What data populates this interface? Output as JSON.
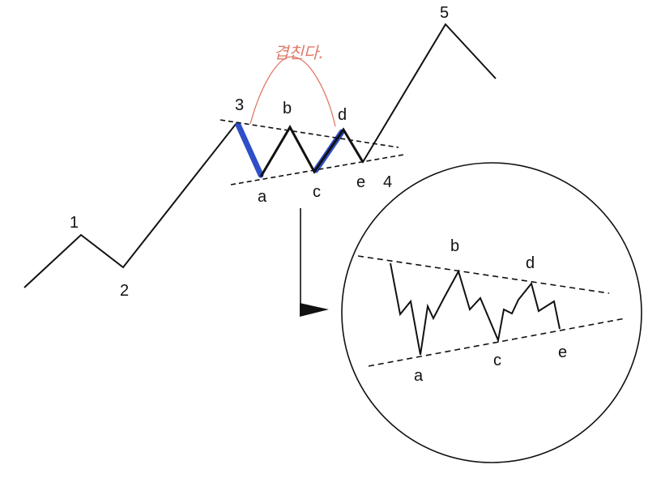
{
  "wave_labels": {
    "w1": "1",
    "w2": "2",
    "w3": "3",
    "w4": "4",
    "w5": "5",
    "a": "a",
    "b": "b",
    "c": "c",
    "d": "d",
    "e": "e"
  },
  "inset_labels": {
    "a": "a",
    "b": "b",
    "c": "c",
    "d": "d",
    "e": "e"
  },
  "annotation": {
    "text": "겹친다."
  },
  "colors": {
    "line": "#111111",
    "highlight": "#2f4fc9",
    "annotation": "#e07a6a",
    "background": "#ffffff"
  }
}
